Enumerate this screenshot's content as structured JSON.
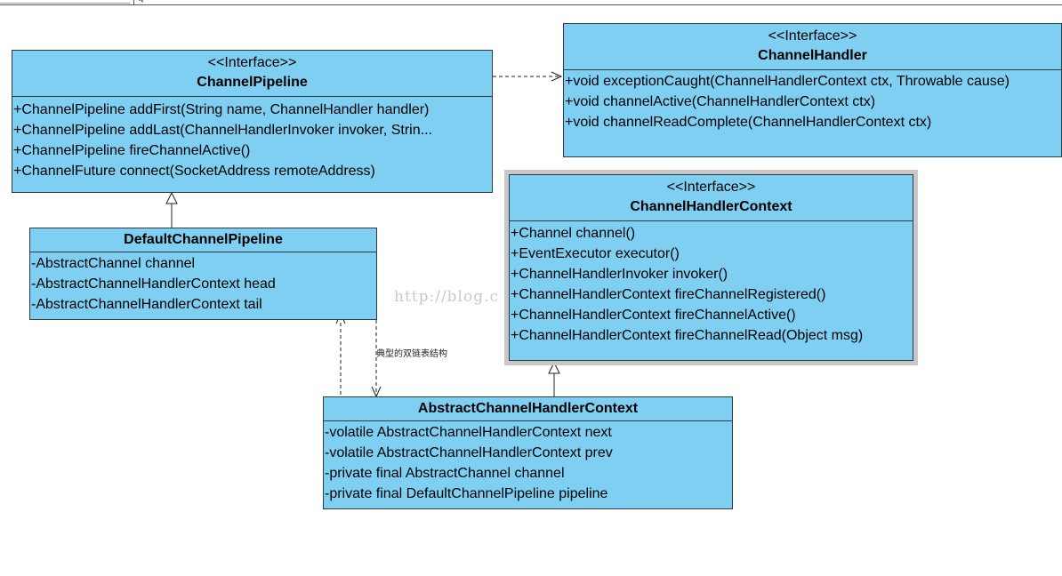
{
  "toolbar": {
    "glyph": "ℚ"
  },
  "channel_pipeline": {
    "stereotype": "<<Interface>>",
    "title": "ChannelPipeline",
    "operations": [
      "+ChannelPipeline addFirst(String name, ChannelHandler handler)",
      "+ChannelPipeline addLast(ChannelHandlerInvoker invoker, Strin...",
      "+ChannelPipeline fireChannelActive()",
      "+ChannelFuture connect(SocketAddress remoteAddress)"
    ]
  },
  "channel_handler": {
    "stereotype": "<<Interface>>",
    "title": "ChannelHandler",
    "operations": [
      "+void exceptionCaught(ChannelHandlerContext ctx, Throwable cause)",
      "+void channelActive(ChannelHandlerContext ctx)",
      "+void channelReadComplete(ChannelHandlerContext ctx)"
    ]
  },
  "default_channel_pipeline": {
    "title": "DefaultChannelPipeline",
    "attributes": [
      "-AbstractChannel channel",
      "-AbstractChannelHandlerContext head",
      "-AbstractChannelHandlerContext tail"
    ]
  },
  "channel_handler_context": {
    "stereotype": "<<Interface>>",
    "title": "ChannelHandlerContext",
    "operations": [
      "+Channel channel()",
      "+EventExecutor executor()",
      "+ChannelHandlerInvoker invoker()",
      "+ChannelHandlerContext fireChannelRegistered()",
      "+ChannelHandlerContext fireChannelActive()",
      "+ChannelHandlerContext fireChannelRead(Object msg)"
    ]
  },
  "abstract_channel_handler_context": {
    "title": "AbstractChannelHandlerContext",
    "attributes": [
      "-volatile AbstractChannelHandlerContext next",
      "-volatile AbstractChannelHandlerContext prev",
      "-private final AbstractChannel channel",
      "-private final DefaultChannelPipeline pipeline"
    ]
  },
  "annotations": {
    "watermark": "http://blog.c",
    "link_note": "典型的双链表结构"
  },
  "colors": {
    "class_fill": "#7fcff2",
    "border": "#2b3a44",
    "selection_frame": "#c8c8c8"
  }
}
